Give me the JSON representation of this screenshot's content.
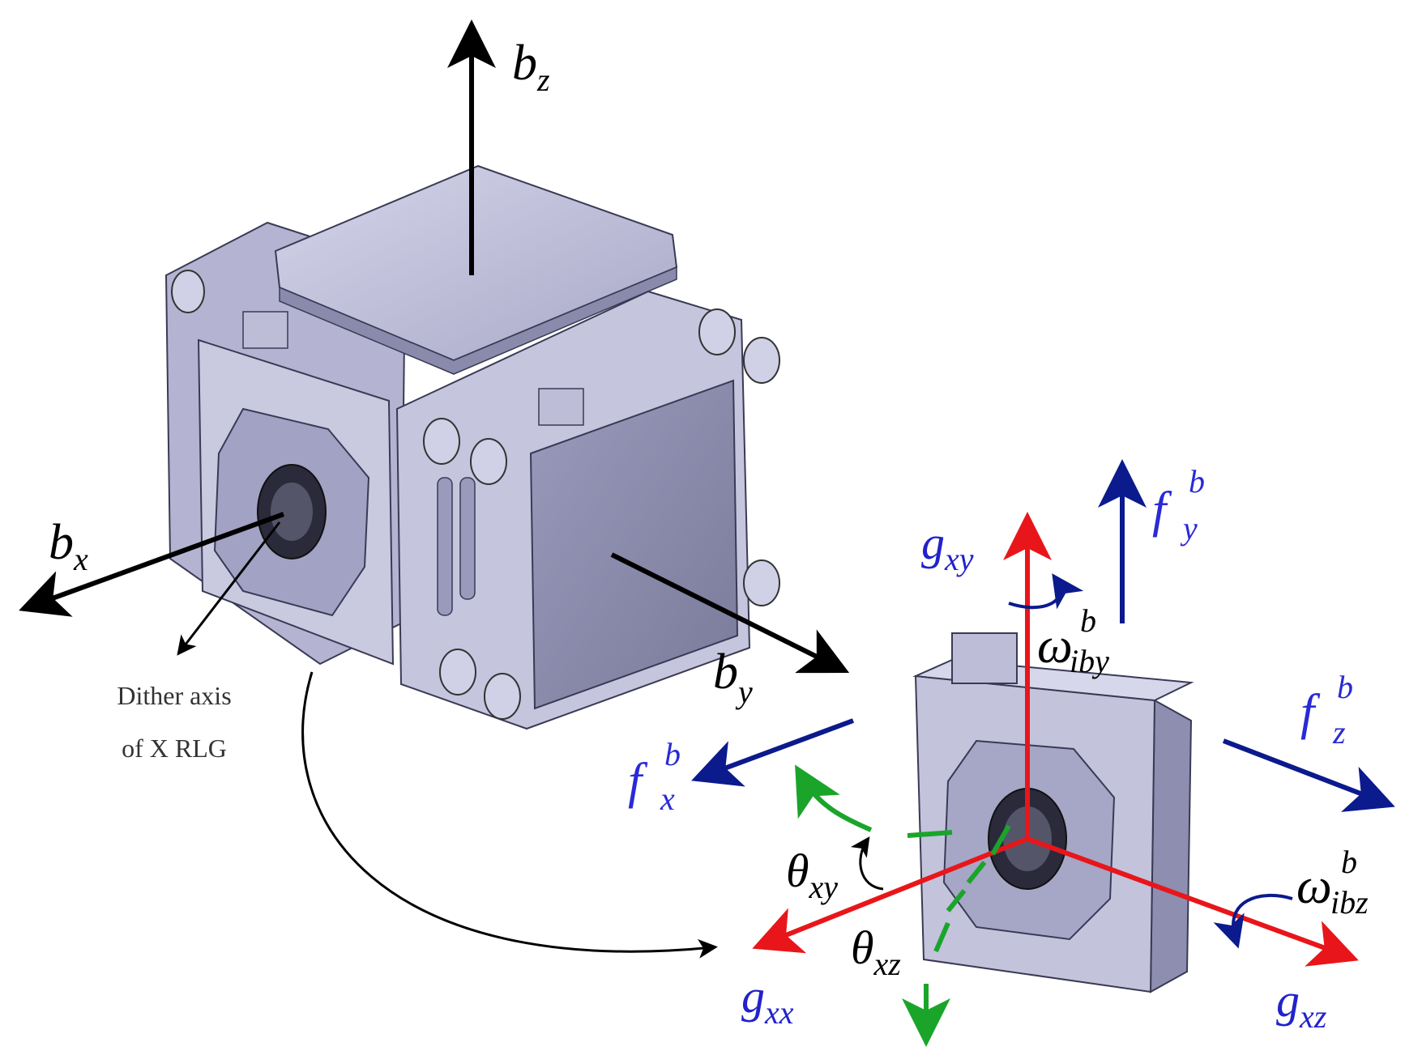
{
  "colors": {
    "body_frame": "#000000",
    "accel": "#0b1a8c",
    "accel_label": "#2a2ad6",
    "gyro_axis": "#e8161a",
    "gyro_label": "#2222cc",
    "misalign": "#1aa52a",
    "housing_fill": "#b9b9d6",
    "housing_dark": "#8e8eb0",
    "housing_light": "#d6d6ea"
  },
  "labels": {
    "bz": {
      "base": "b",
      "sub": "z"
    },
    "bx": {
      "base": "b",
      "sub": "x"
    },
    "by": {
      "base": "b",
      "sub": "y"
    },
    "dither_line1": "Dither axis",
    "dither_line2": "of X RLG",
    "gxy": {
      "base": "g",
      "sub": "xy"
    },
    "gxx": {
      "base": "g",
      "sub": "xx"
    },
    "gxz": {
      "base": "g",
      "sub": "xz"
    },
    "fx": {
      "base": "f",
      "sup": "b",
      "sub": "x"
    },
    "fy": {
      "base": "f",
      "sup": "b",
      "sub": "y"
    },
    "fz": {
      "base": "f",
      "sup": "b",
      "sub": "z"
    },
    "w_iby": {
      "base": "ω",
      "sup": "b",
      "sub": "iby"
    },
    "w_ibz": {
      "base": "ω",
      "sup": "b",
      "sub": "ibz"
    },
    "theta_xy": {
      "base": "θ",
      "sub": "xy"
    },
    "theta_xz": {
      "base": "θ",
      "sub": "xz"
    }
  }
}
